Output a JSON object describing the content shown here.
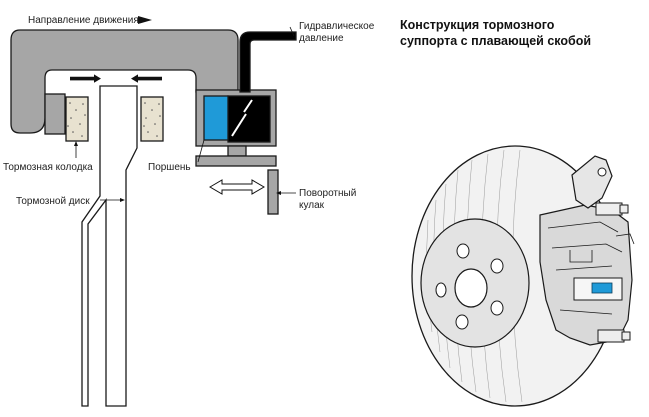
{
  "title": {
    "line1": "Конструкция тормозного",
    "line2": "суппорта с плавающей скобой"
  },
  "labels": {
    "direction": "Направление движения",
    "hydraulic_line1": "Гидравлическое",
    "hydraulic_line2": "давление",
    "brake_pad": "Тормозная колодка",
    "piston": "Поршень",
    "brake_disc": "Тормозной диск",
    "knuckle_line1": "Поворотный",
    "knuckle_line2": "кулак"
  },
  "colors": {
    "caliper": "#a6a6a6",
    "piston": "#1f9ad8",
    "fluid": "#000000",
    "pad": "#e8e2d0"
  }
}
